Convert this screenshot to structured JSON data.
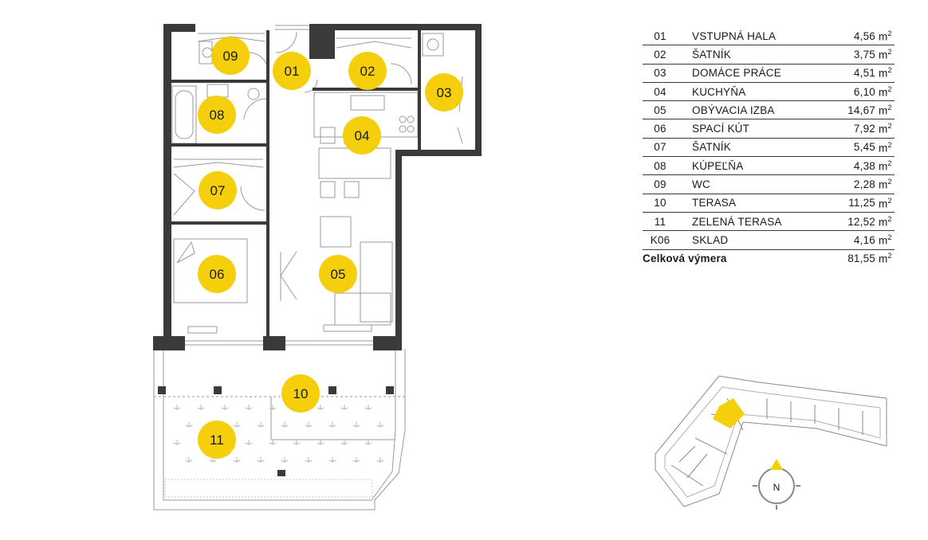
{
  "rooms": [
    {
      "code": "01",
      "name": "VSTUPNÁ HALA",
      "area": "4,56",
      "unit": "m",
      "exp": "2"
    },
    {
      "code": "02",
      "name": "ŠATNÍK",
      "area": "3,75",
      "unit": "m",
      "exp": "2"
    },
    {
      "code": "03",
      "name": "DOMÁCE PRÁCE",
      "area": "4,51",
      "unit": "m",
      "exp": "2"
    },
    {
      "code": "04",
      "name": "KUCHYŇA",
      "area": "6,10",
      "unit": "m",
      "exp": "2"
    },
    {
      "code": "05",
      "name": "OBÝVACIA IZBA",
      "area": "14,67",
      "unit": "m",
      "exp": "2"
    },
    {
      "code": "06",
      "name": "SPACÍ KÚT",
      "area": "7,92",
      "unit": "m",
      "exp": "2"
    },
    {
      "code": "07",
      "name": "ŠATNÍK",
      "area": "5,45",
      "unit": "m",
      "exp": "2"
    },
    {
      "code": "08",
      "name": "KÚPEĽŇA",
      "area": "4,38",
      "unit": "m",
      "exp": "2"
    },
    {
      "code": "09",
      "name": "WC",
      "area": "2,28",
      "unit": "m",
      "exp": "2"
    },
    {
      "code": "10",
      "name": "TERASA",
      "area": "11,25",
      "unit": "m",
      "exp": "2"
    },
    {
      "code": "11",
      "name": "ZELENÁ TERASA",
      "area": "12,52",
      "unit": "m",
      "exp": "2"
    },
    {
      "code": "K06",
      "name": "SKLAD",
      "area": "4,16",
      "unit": "m",
      "exp": "2"
    }
  ],
  "total": {
    "label": "Celková výmera",
    "area": "81,55",
    "unit": "m",
    "exp": "2"
  },
  "plan_labels": [
    "09",
    "01",
    "02",
    "03",
    "08",
    "04",
    "07",
    "06",
    "05",
    "10",
    "11"
  ],
  "compass": {
    "label": "N"
  },
  "colors": {
    "accent": "#f5cf0c",
    "wall": "#3a3a3a",
    "line": "#9a9a9a"
  }
}
